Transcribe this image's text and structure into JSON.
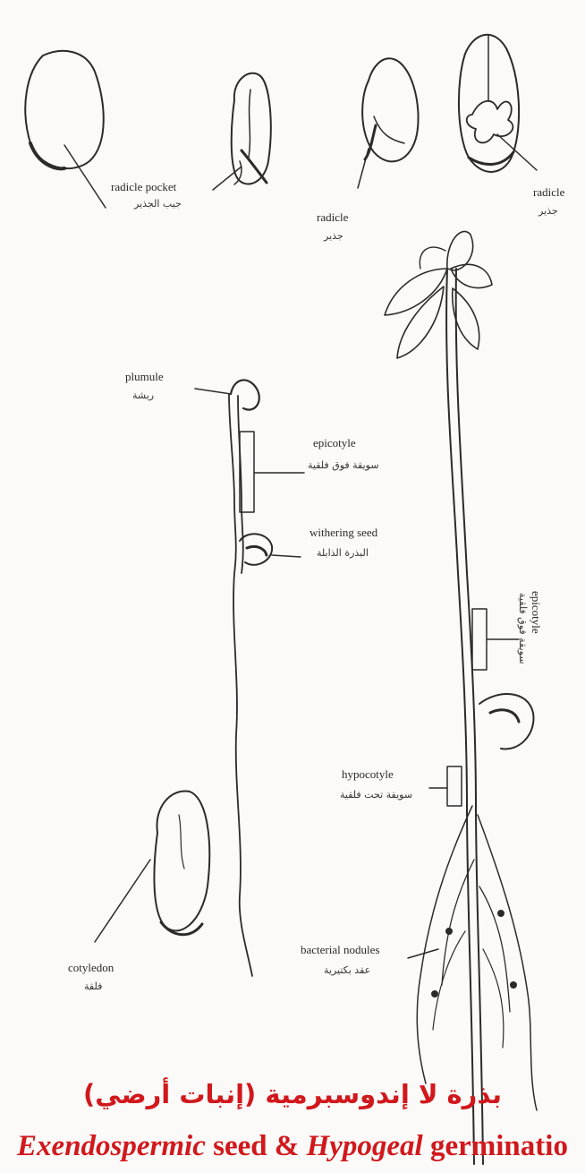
{
  "labels": {
    "radicle_pocket_en": "radicle pocket",
    "radicle_pocket_ar": "جيب الجذير",
    "radicle_mid_en": "radicle",
    "radicle_mid_ar": "جذير",
    "radicle_right_en": "radicle",
    "radicle_right_ar": "جذير",
    "plumule_en": "plumule",
    "plumule_ar": "ريشة",
    "epicotyle_en": "epicotyle",
    "epicotyle_ar": "سويقة فوق فلقية",
    "withering_seed_en": "withering seed",
    "withering_seed_ar": "البذرة الذابلة",
    "epicotyle_right_en": "epicotyle",
    "epicotyle_right_ar": "سويقة فوق فلقية",
    "hypocotyle_en": "hypocotyle",
    "hypocotyle_ar": "سويقة تحت فلقية",
    "bacterial_nodules_en": "bacterial nodules",
    "bacterial_nodules_ar": "عقد بكتيرية",
    "cotyledon_en": "cotyledon",
    "cotyledon_ar": "فلقة"
  },
  "title": {
    "arabic": "بذرة لا إندوسبرمية (إنبات أرضي)",
    "english_part1": "Exendospermic",
    "english_part2": " seed & ",
    "english_part3": "Hypogeal",
    "english_part4": " germinatio"
  },
  "colors": {
    "title": "#d1181c",
    "ink": "#2a2a2a",
    "background": "#fbfaf8"
  }
}
